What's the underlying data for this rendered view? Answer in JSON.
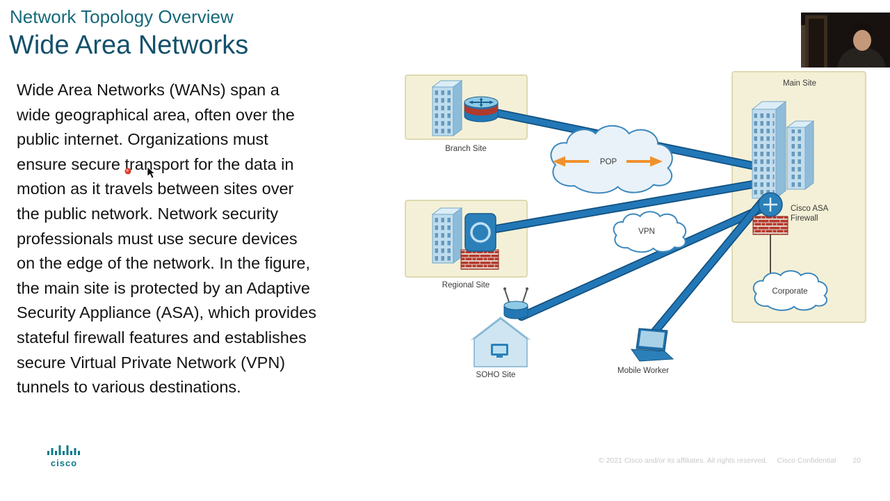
{
  "slide": {
    "subtitle": "Network Topology Overview",
    "title": "Wide Area Networks",
    "body": "Wide Area Networks (WANs) span a wide geographical area, often over the public internet. Organizations must ensure secure transport for the data in motion as it travels between sites over the public network. Network security professionals must use secure devices on the edge of the network. In the figure, the main site is protected by an Adaptive Security Appliance (ASA), which provides stateful firewall features and establishes secure Virtual Private Network (VPN) tunnels to various destinations."
  },
  "diagram": {
    "labels": {
      "branch_site": "Branch Site",
      "regional_site": "Regional Site",
      "soho_site": "SOHO Site",
      "mobile_worker": "Mobile Worker",
      "main_site": "Main Site",
      "pop": "POP",
      "vpn": "VPN",
      "corporate": "Corporate",
      "asa_line1": "Cisco ASA",
      "asa_line2": "Firewall"
    },
    "colors": {
      "wan_link": "#2277b7",
      "cloud_stroke": "#3c88bd",
      "site_box_fill": "#f4f0d7",
      "arrow_orange": "#f0912d",
      "brick_red": "#b5392b",
      "heading_teal": "#17697a",
      "title_blue": "#14506b"
    }
  },
  "footer": {
    "logo_text": "cisco",
    "copyright": "© 2021 Cisco and/or its affiliates. All rights reserved.",
    "confidential": "Cisco Confidential",
    "page_number": "20"
  }
}
